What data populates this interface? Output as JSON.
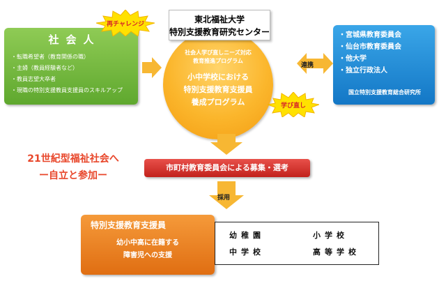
{
  "social": {
    "title": "社会人",
    "items": [
      "転職希望者（教育関係の職）",
      "主婦（教員経験者など）",
      "教員志望大卒者",
      "現職の特別支援教員支援員のスキルアップ"
    ]
  },
  "center": {
    "title_line1": "東北福祉大学",
    "title_line2": "特別支援教育研究センター",
    "sub_line1": "社会人学び直しニーズ対応",
    "sub_line2": "教育推進プログラム",
    "main_line1": "小中学校における",
    "main_line2": "特別支援教育支援員",
    "main_line3": "養成プログラム"
  },
  "bursts": {
    "rechallenge": "再チャレンジ",
    "manabinaoshi": "学び直し"
  },
  "partners": {
    "items": [
      "宮城県教育委員会",
      "仙台市教育委員会",
      "他大学",
      "独立行政法人"
    ],
    "sub": "国立特別支援教育総合研究所"
  },
  "labels": {
    "renkei": "連携",
    "saiyo": "採用"
  },
  "caption": {
    "line1": "21世紀型福祉社会へ",
    "line2": "ー自立と参加ー"
  },
  "recruit": {
    "text": "市町村教育委員会による募集・選考"
  },
  "supporter": {
    "title": "特別支援教育支援員",
    "desc1": "幼小中高に在籍する",
    "desc2": "障害児への支援"
  },
  "schools": {
    "s1": "幼稚園",
    "s2": "小学校",
    "s3": "中学校",
    "s4": "高等学校"
  },
  "colors": {
    "green": "#6db33f",
    "blue": "#1e88d6",
    "orange": "#f7a51e",
    "red": "#d52f2a",
    "caption": "#e8462a"
  }
}
